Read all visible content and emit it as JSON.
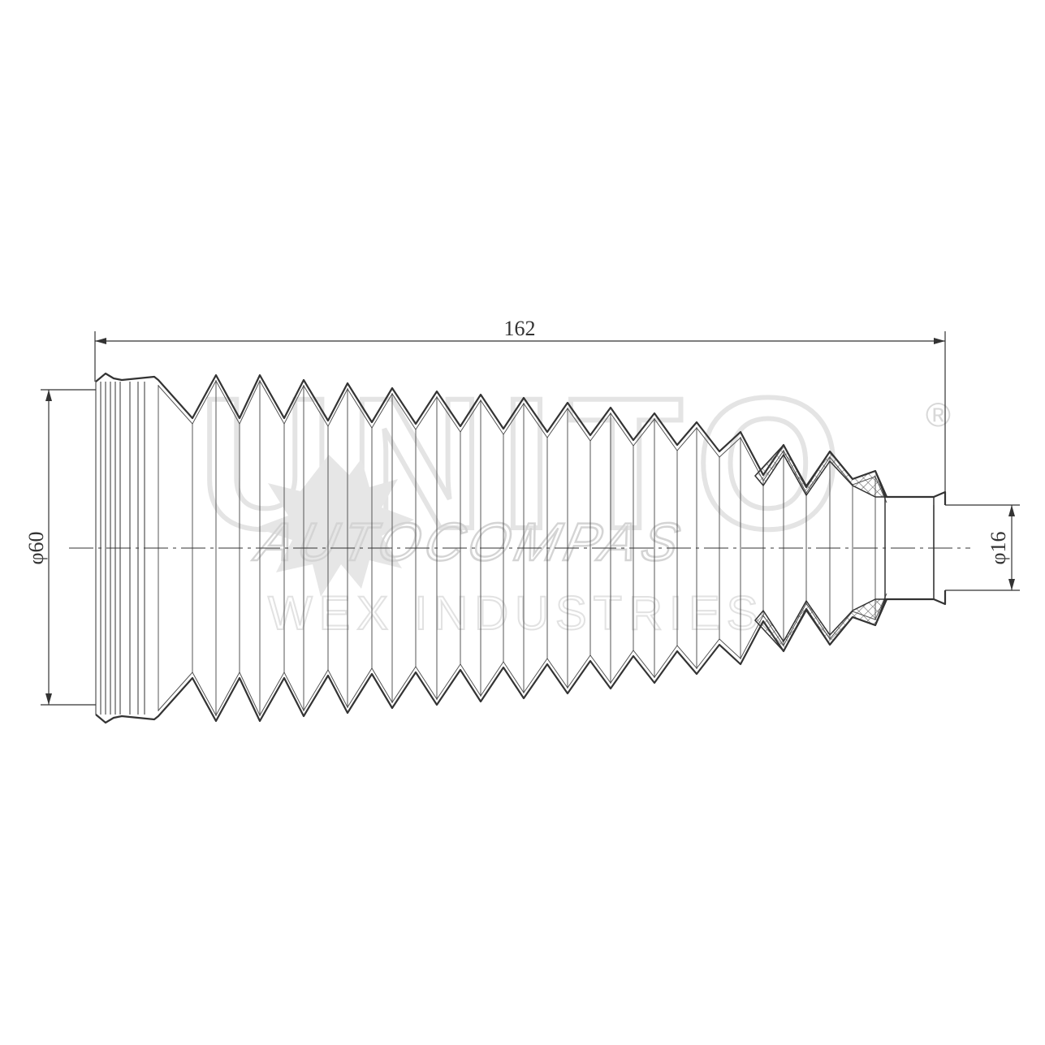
{
  "dimensions": {
    "length": "162",
    "large_diameter": "φ60",
    "small_diameter": "φ16"
  },
  "watermark": {
    "brand_top": "UNITO",
    "registered": "®",
    "brand": "AUTOCOMPAS",
    "company": "WEX INDUSTRIES"
  },
  "colors": {
    "line": "#333333",
    "watermark": "#dddddd"
  }
}
